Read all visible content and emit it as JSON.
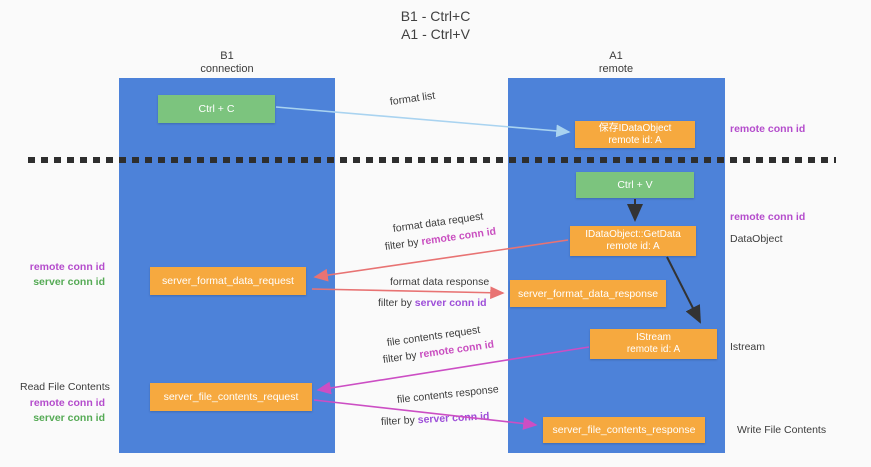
{
  "title": {
    "line1": "B1 - Ctrl+C",
    "line2": "A1 - Ctrl+V"
  },
  "lanes": {
    "left": {
      "name": "B1",
      "sub": "connection"
    },
    "right": {
      "name": "A1",
      "sub": "remote"
    }
  },
  "boxes": {
    "ctrl_c": "Ctrl + C",
    "ctrl_v": "Ctrl + V",
    "save_idataobject": {
      "line1": "保存IDataObject",
      "line2": "remote id: A"
    },
    "getdata": {
      "line1": "IDataObject::GetData",
      "line2": "remote id: A"
    },
    "istream": {
      "line1": "IStream",
      "line2": "remote id: A"
    },
    "server_format_data_request": "server_format_data_request",
    "server_format_data_response": "server_format_data_response",
    "server_file_contents_request": "server_file_contents_request",
    "server_file_contents_response": "server_file_contents_response"
  },
  "arrow_labels": {
    "format_list": "format list",
    "format_data_request": "format data request",
    "format_data_response": "format data response",
    "file_contents_request": "file contents request",
    "file_contents_response": "file contents response",
    "filter_by": "filter by ",
    "remote_conn_id": "remote conn id",
    "server_conn_id": "server conn id"
  },
  "side_labels": {
    "right_remote_top": "remote conn id",
    "right_remote_mid": "remote conn id",
    "dataobject": "DataObject",
    "istream": "Istream",
    "write_file_contents": "Write File Contents",
    "left_remote_1": "remote conn id",
    "left_server_1": "server conn id",
    "read_file_contents": "Read File Contents",
    "left_remote_2": "remote conn id",
    "left_server_2": "server conn id"
  },
  "colors": {
    "lane_blue": "#4d82d9",
    "box_green": "#7cc47e",
    "box_orange": "#f6a93f",
    "arrow_lightblue": "#a9d3f0",
    "arrow_red": "#e87373",
    "arrow_magenta": "#cc4ec4",
    "arrow_black": "#333333",
    "label_purple": "#b44ccc",
    "label_green": "#55aa55",
    "background": "#fafafa"
  }
}
